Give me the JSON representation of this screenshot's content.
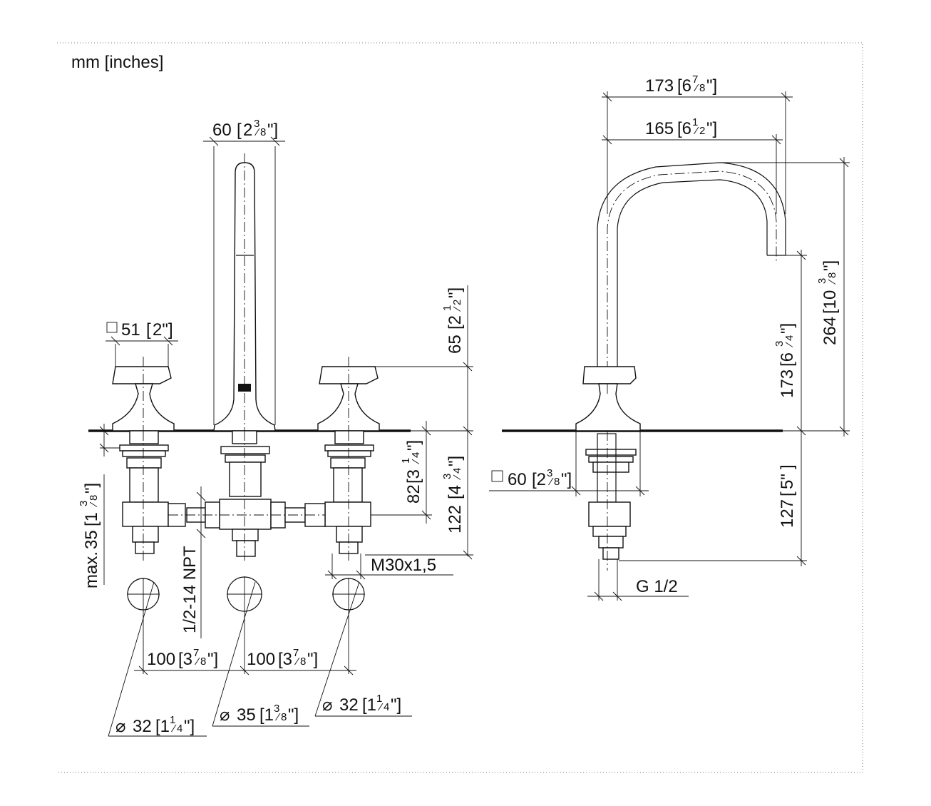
{
  "units_label": "mm [inches]",
  "front_view": {
    "spout_width": {
      "mm": "60",
      "in_whole": "2",
      "in_num": "3",
      "in_den": "8"
    },
    "handle_square": {
      "mm": "51",
      "in": "2\""
    },
    "handle_height": {
      "mm": "65",
      "in_whole": "2",
      "in_num": "1",
      "in_den": "2"
    },
    "valve_depth": {
      "mm": "82",
      "in_whole": "3",
      "in_num": "1",
      "in_den": "4"
    },
    "below_deck": {
      "mm": "122",
      "in_whole": "4",
      "in_num": "3",
      "in_den": "4"
    },
    "deck_thickness": {
      "prefix": "max.",
      "mm": "35",
      "in_whole": "1",
      "in_num": "3",
      "in_den": "8"
    },
    "npt_thread": "1/2-14 NPT",
    "metric_thread": "M30x1,5",
    "spacing_left": {
      "mm": "100",
      "in_whole": "3",
      "in_num": "7",
      "in_den": "8"
    },
    "spacing_right": {
      "mm": "100",
      "in_whole": "3",
      "in_num": "7",
      "in_den": "8"
    },
    "hole_left": {
      "mm": "32",
      "in_whole": "1",
      "in_num": "1",
      "in_den": "4"
    },
    "hole_center": {
      "mm": "35",
      "in_whole": "1",
      "in_num": "3",
      "in_den": "8"
    },
    "hole_right": {
      "mm": "32",
      "in_whole": "1",
      "in_num": "1",
      "in_den": "4"
    }
  },
  "side_view": {
    "reach_total": {
      "mm": "173",
      "in_whole": "6",
      "in_num": "7",
      "in_den": "8"
    },
    "reach_spout": {
      "mm": "165",
      "in_whole": "6",
      "in_num": "1",
      "in_den": "2"
    },
    "height_total": {
      "mm": "264",
      "in_whole": "10",
      "in_num": "3",
      "in_den": "8"
    },
    "outlet_height": {
      "mm": "173",
      "in_whole": "6",
      "in_num": "3",
      "in_den": "4"
    },
    "below_deck": {
      "mm": "127",
      "in": "5\""
    },
    "base_square": {
      "mm": "60",
      "in_whole": "2",
      "in_num": "3",
      "in_den": "8"
    },
    "connection": "G 1/2"
  }
}
